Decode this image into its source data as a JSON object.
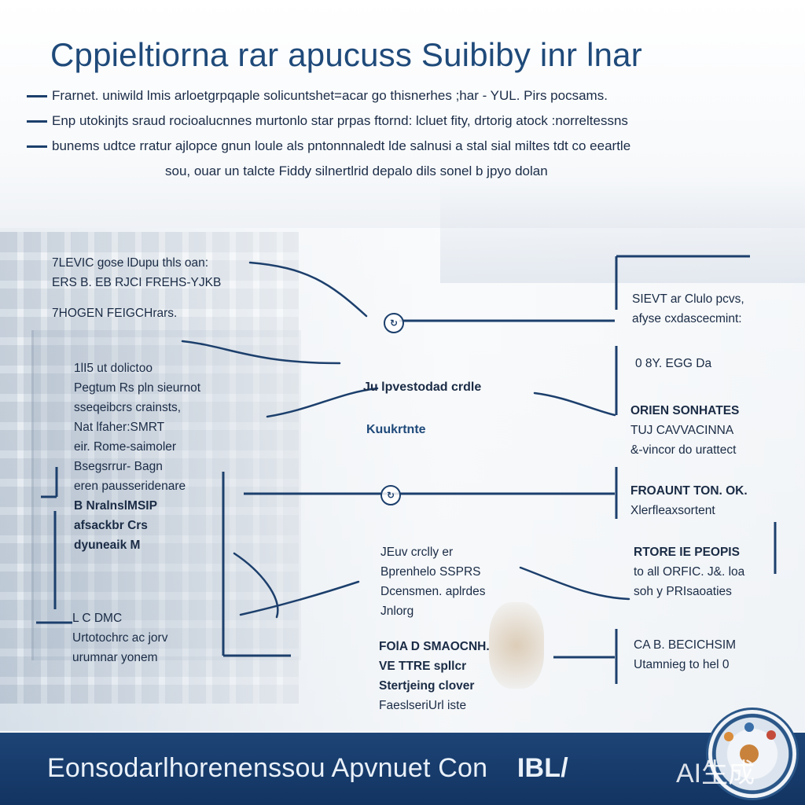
{
  "title": "Cppieltiorna rar apucuss Suibiby inr lnar",
  "bullets": [
    "Frarnet. uniwild lmis arloetgrpqaple solicuntshet=acar go thisnerhes ;har - YUL. Pirs pocsams.",
    "Enp utokinjts sraud rocioalucnnes murtonlo star prpas ftornd: lcluet fity, drtorig atock :norreltessns",
    "bunems udtce rratur ajlopce gnun loule als pntonnnaledt lde salnusi a stal sial miltes tdt co eeartle"
  ],
  "bullet_continuation": "sou, ouar un talcte Fiddy silnertlrid depalo dils sonel b jpyo dolan",
  "left_top": [
    "7LEVIC gose lDupu thls oan:",
    "ERS B. EB RJCI FREHS-YJKB",
    "7HOGEN        FEIGCHrars."
  ],
  "left_middle": [
    "1lI5 ut dolictoo",
    "Pegtum Rs pln sieurnot",
    "sseqeibcrs crainsts,",
    "Nat lfaher:SMRT",
    "eir. Rome-saimoler",
    "Bsegsrrur- Bagn",
    "eren pausseridenare",
    "B NralnslMSIP",
    "afsackbr Crs",
    "dyuneaik M"
  ],
  "left_bottom": [
    "L  C DMC",
    "Urtotochrc ac jorv",
    "urumnar yonem"
  ],
  "center_top": "Ju lpvestodad crdle",
  "center_sub": "Kuukrtnte",
  "center_bottom_a": [
    "JEuv crclly er",
    "Bprenhelo SSPRS",
    "Dcensmen. aplrdes",
    "Jnlorg"
  ],
  "center_bottom_b": [
    "FOlA D SMAOCNH.",
    "VE TTRE spllcr",
    "Stertjeing clover",
    "FaeslseriUrl iste"
  ],
  "right_1": [
    "SIEVT ar Clulo pcvs,",
    "afyse cxdascecmint:"
  ],
  "right_2": "0 8Y. EGG Da",
  "right_3": [
    "ORIEN SONHATES",
    "TUJ CAVVACINNA",
    "&-vincor do urattect"
  ],
  "right_4": [
    "FROAUNT TON. OK.",
    "Xlerfleaxsortent"
  ],
  "right_5": [
    "RTORE IE PEOPIS",
    "to all ORFIC. J&. loa",
    "soh y PRIsaoaties"
  ],
  "right_6": [
    "CA  B. BECICHSIM",
    "Utamnieg to hel 0"
  ],
  "footer_text": "Eonsodarlhorenenssou Apvnuet Con",
  "footer_mark": "IBL/",
  "watermark": "AI生成",
  "colors": {
    "accent": "#1f4a7a",
    "footer": "#1d4476",
    "line": "#1c3f6c"
  }
}
